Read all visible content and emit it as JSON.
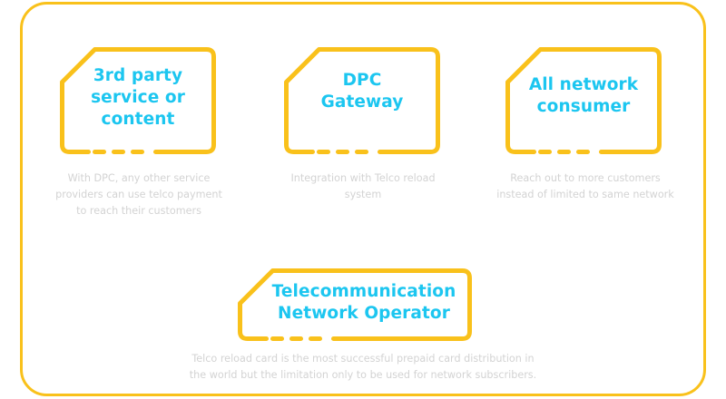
{
  "colors": {
    "frame": "#F9C11B",
    "title": "#1CC6F0",
    "description": "#D3D3D3"
  },
  "cards": [
    {
      "title_lines": [
        "3rd party",
        "service or",
        "content"
      ],
      "description_lines": [
        "With DPC, any other service",
        "providers can use telco payment",
        "to reach their customers"
      ]
    },
    {
      "title_lines": [
        "DPC",
        "Gateway"
      ],
      "description_lines": [
        "Integration with Telco reload",
        "system"
      ]
    },
    {
      "title_lines": [
        "All network",
        "consumer"
      ],
      "description_lines": [
        "Reach out to more customers",
        "instead of limited to same network"
      ]
    },
    {
      "title_lines": [
        "Telecommunication",
        "Network Operator"
      ],
      "description_lines": [
        "Telco reload card is the most successful prepaid card distribution in",
        "the world but the limitation only to be used for network subscribers."
      ]
    }
  ]
}
